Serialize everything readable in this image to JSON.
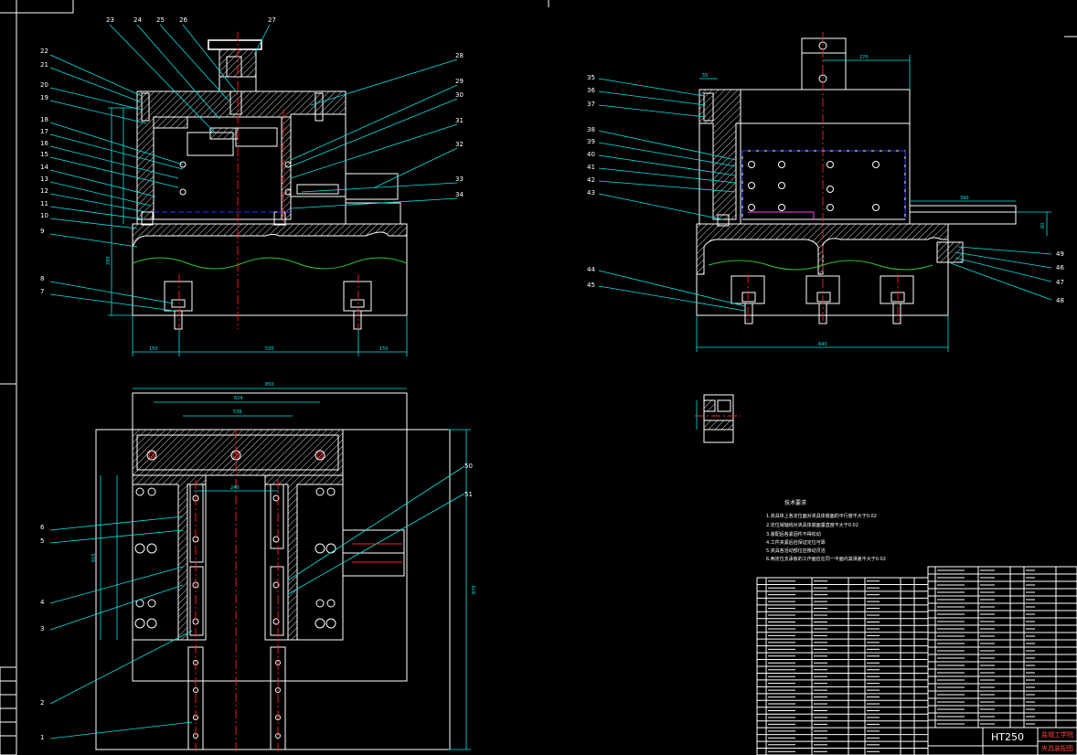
{
  "drawing": {
    "material": "HT250",
    "school": "盐城工学院",
    "drawing_title": "夹具装配图",
    "notes_title": "技术要求",
    "notes": [
      "1.夹具体上各定位面对夹具体底面的平行度不大于0.02",
      "2.定位销轴线对夹具体底面垂直度不大于0.02",
      "3.装配后各紧固件不得松动",
      "4.工件夹紧后应保证定位可靠",
      "5.夹具各活动部位应移动灵活",
      "6.两定位支承板的工作面应在同一平面内其误差不大于0.02"
    ],
    "front_view_labels": [
      "22",
      "21",
      "20",
      "19",
      "18",
      "17",
      "16",
      "15",
      "14",
      "13",
      "12",
      "11",
      "10",
      "9",
      "8",
      "7",
      "23",
      "24",
      "25",
      "26",
      "27",
      "28",
      "29",
      "30",
      "31",
      "32",
      "33",
      "34"
    ],
    "side_view_labels": [
      "35",
      "36",
      "37",
      "38",
      "39",
      "40",
      "41",
      "42",
      "43",
      "44",
      "45",
      "49",
      "46",
      "47",
      "48"
    ],
    "plan_view_labels": [
      "6",
      "5",
      "4",
      "3",
      "2",
      "1",
      "50",
      "51"
    ],
    "dims": {
      "front_width_total": "530",
      "front_left": "150",
      "front_right": "150",
      "front_height": "290",
      "side_top": "270",
      "side_offset": "55",
      "side_plate": "390",
      "side_height": "60",
      "side_width": "640",
      "plan_outer": "850",
      "plan_inner": "624",
      "plan_span": "536",
      "plan_center": "240",
      "plan_height": "870",
      "plan_height2": "615"
    }
  }
}
